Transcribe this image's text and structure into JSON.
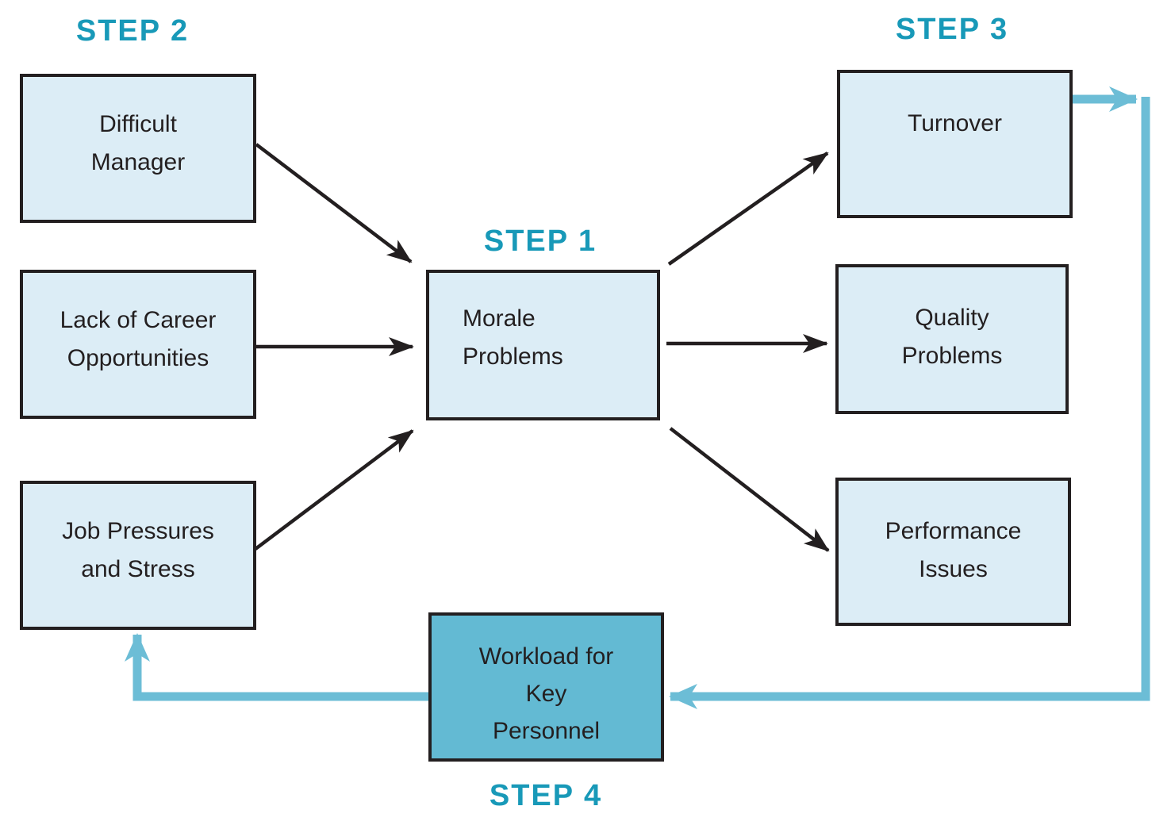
{
  "colors": {
    "background": "#ffffff",
    "box_fill": "#dcedf6",
    "workload_box_fill": "#63bad3",
    "ink": "#231f20",
    "step_label_teal": "#1899b8",
    "feedback_arrow_teal": "#6cbdd6"
  },
  "steps": {
    "step1": "STEP 1",
    "step2": "STEP 2",
    "step3": "STEP 3",
    "step4": "STEP 4"
  },
  "nodes": {
    "difficult_manager": {
      "lines": [
        "Difficult",
        "Manager"
      ]
    },
    "lack_of_career": {
      "lines": [
        "Lack of Career",
        "Opportunities"
      ]
    },
    "job_pressures": {
      "lines": [
        "Job Pressures",
        "and Stress"
      ]
    },
    "morale_problems": {
      "lines": [
        "Morale",
        "Problems"
      ]
    },
    "turnover": {
      "lines": [
        "Turnover"
      ]
    },
    "quality_problems": {
      "lines": [
        "Quality",
        "Problems"
      ]
    },
    "performance_issues": {
      "lines": [
        "Performance",
        "Issues"
      ]
    },
    "workload": {
      "lines": [
        "Workload for",
        "Key",
        "Personnel"
      ]
    }
  },
  "edges": [
    {
      "from": "difficult_manager",
      "to": "morale_problems",
      "style": "black-arrow"
    },
    {
      "from": "lack_of_career",
      "to": "morale_problems",
      "style": "black-arrow"
    },
    {
      "from": "job_pressures",
      "to": "morale_problems",
      "style": "black-arrow"
    },
    {
      "from": "morale_problems",
      "to": "turnover",
      "style": "black-arrow"
    },
    {
      "from": "morale_problems",
      "to": "quality_problems",
      "style": "black-arrow"
    },
    {
      "from": "morale_problems",
      "to": "performance_issues",
      "style": "black-arrow"
    },
    {
      "from": "turnover",
      "to": "workload",
      "style": "teal-feedback-arrow"
    },
    {
      "from": "workload",
      "to": "job_pressures",
      "style": "teal-feedback-arrow"
    }
  ]
}
